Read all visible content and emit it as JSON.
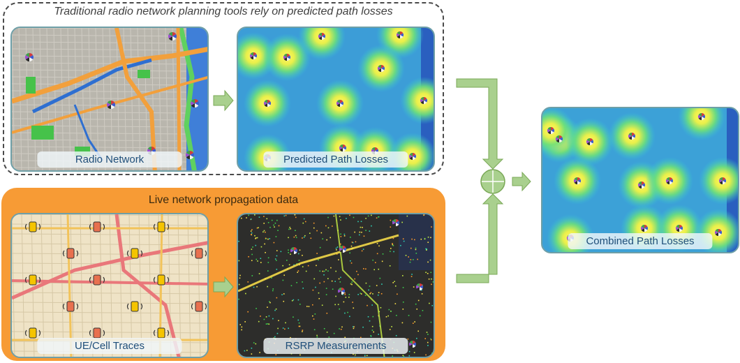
{
  "top_group": {
    "caption": "Traditional radio network planning tools rely on predicted path losses"
  },
  "bottom_group": {
    "caption": "Live network propagation data"
  },
  "panels": {
    "radio_network": "Radio Network",
    "predicted_path_losses": "Predicted Path Losses",
    "ue_cell_traces": "UE/Cell Traces",
    "rsrp_measurements": "RSRP Measurements",
    "combined_path_losses": "Combined Path Losses"
  },
  "colors": {
    "arrow_fill": "#a9d08e",
    "arrow_stroke": "#7aa857",
    "dashed_border": "#4a4a4a",
    "orange_group": "#f79b35",
    "label_text": "#1f4e79",
    "heatmap_blue": "#3f7fd8",
    "heatmap_yellow": "#f2e84a"
  },
  "icons": {
    "combine": "circled-plus-icon",
    "site": "cell-site-icon",
    "ue": "phone-icon"
  }
}
